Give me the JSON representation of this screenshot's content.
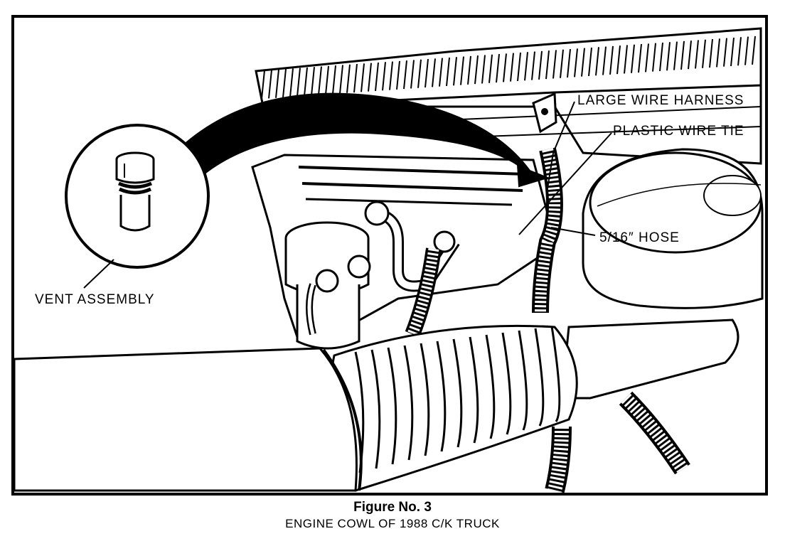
{
  "figure": {
    "callouts": {
      "vent_assembly": "VENT ASSEMBLY",
      "large_wire_harness": "LARGE WIRE HARNESS",
      "plastic_wire_tie": "PLASTIC WIRE TIE",
      "hose": "5/16″ HOSE"
    },
    "caption": {
      "title": "Figure No. 3",
      "subtitle": "ENGINE COWL OF 1988 C/K TRUCK"
    }
  }
}
